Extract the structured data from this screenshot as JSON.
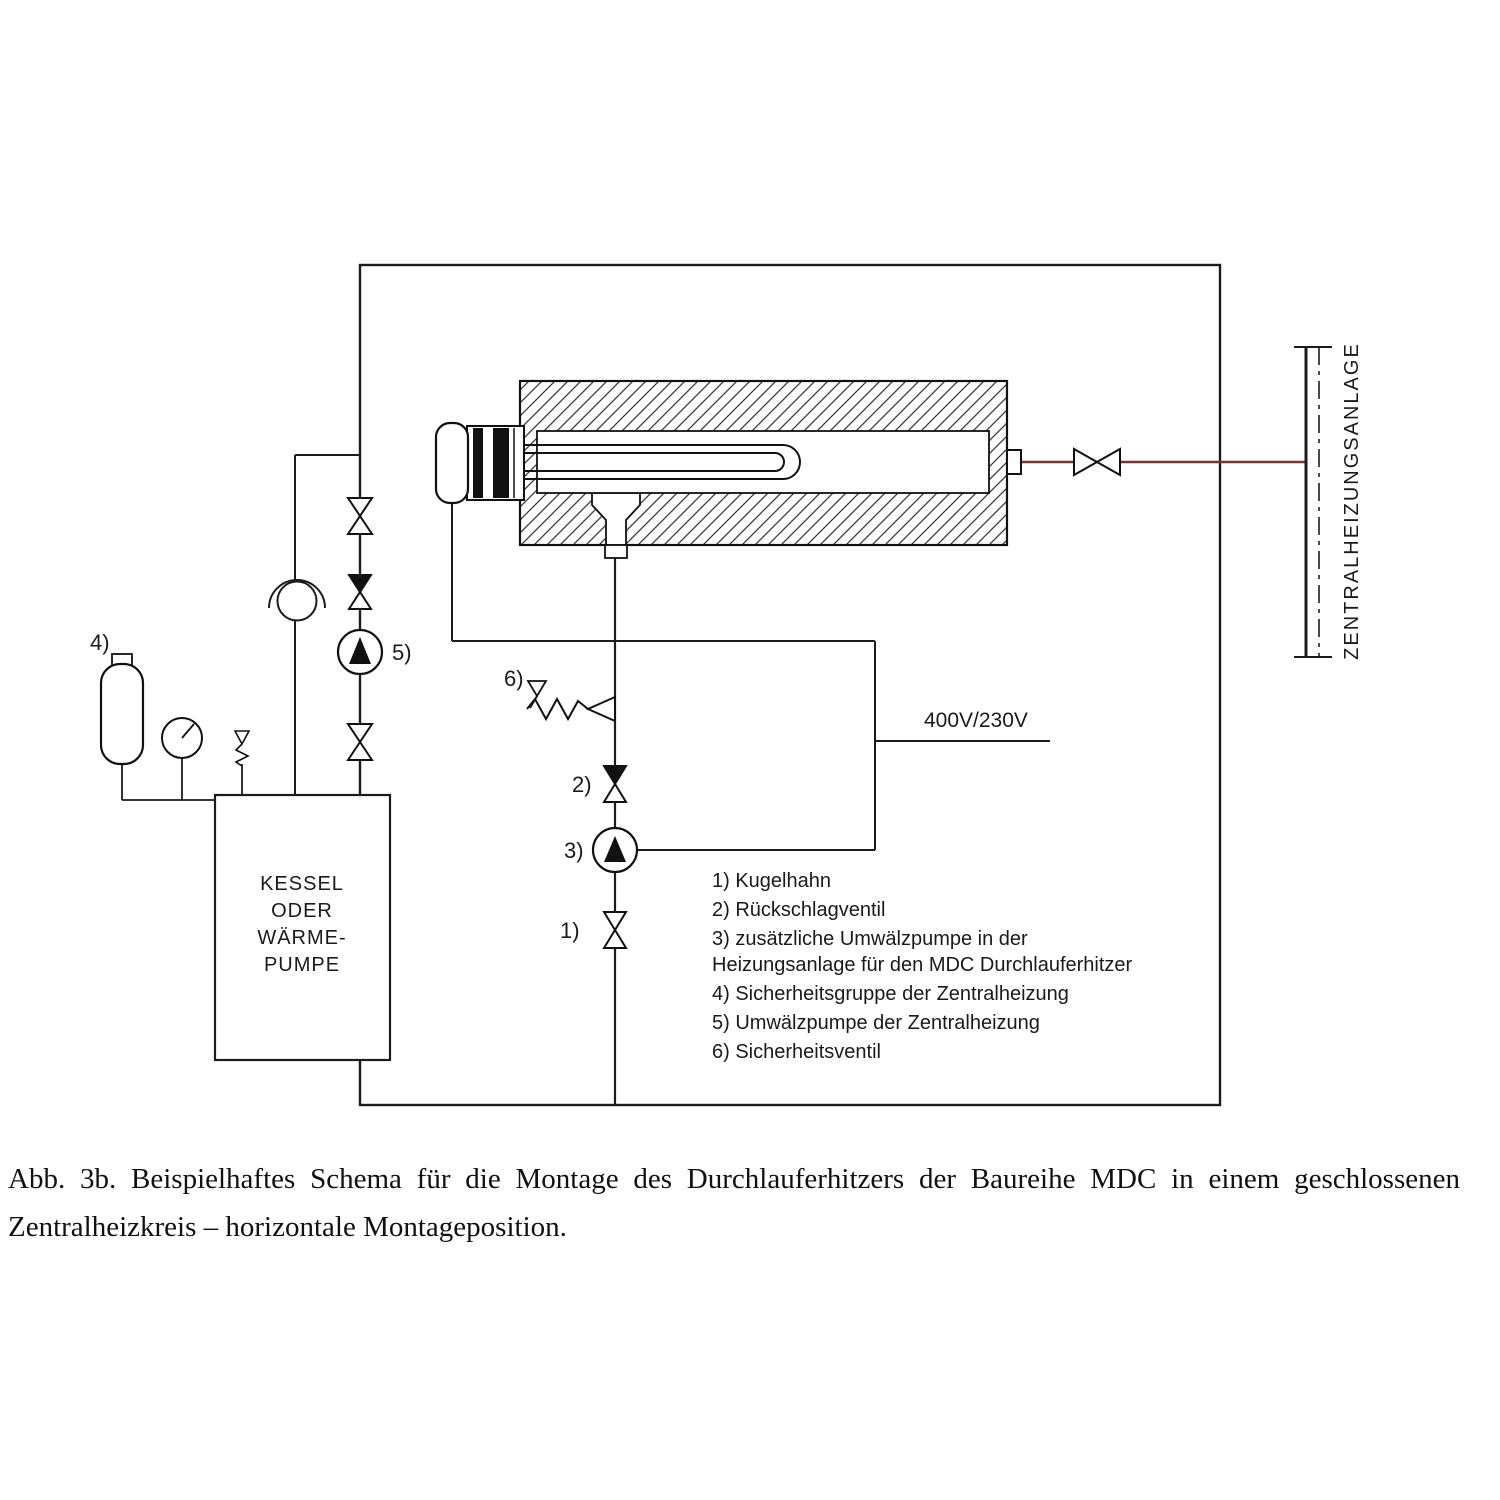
{
  "diagram": {
    "wall_label": "ZENTRALHEIZUNGSANLAGE",
    "voltage_label": "400V/230V",
    "boiler": {
      "lines": [
        "KESSEL",
        "ODER",
        "WÄRME-",
        "PUMPE"
      ]
    },
    "callouts": {
      "c1": "1)",
      "c2": "2)",
      "c3": "3)",
      "c4": "4)",
      "c5": "5)",
      "c6": "6)"
    }
  },
  "legend": {
    "items": [
      "1) Kugelhahn",
      "2) Rückschlagventil",
      "3) zusätzliche Umwälzpumpe in der Heizungsanlage für den MDC Durchlauferhitzer",
      "4) Sicherheitsgruppe der Zentralheizung",
      "5) Umwälzpumpe der Zentralheizung",
      "6) Sicherheitsventil"
    ]
  },
  "caption": "Abb. 3b. Beispielhaftes Schema für die Montage des Durchlauferhitzers der Baureihe MDC in einem geschlossenen Zentralheizkreis – horizontale Montageposition.",
  "colors": {
    "flow_pipe": "#7b3330",
    "line": "#1c1c1c"
  }
}
